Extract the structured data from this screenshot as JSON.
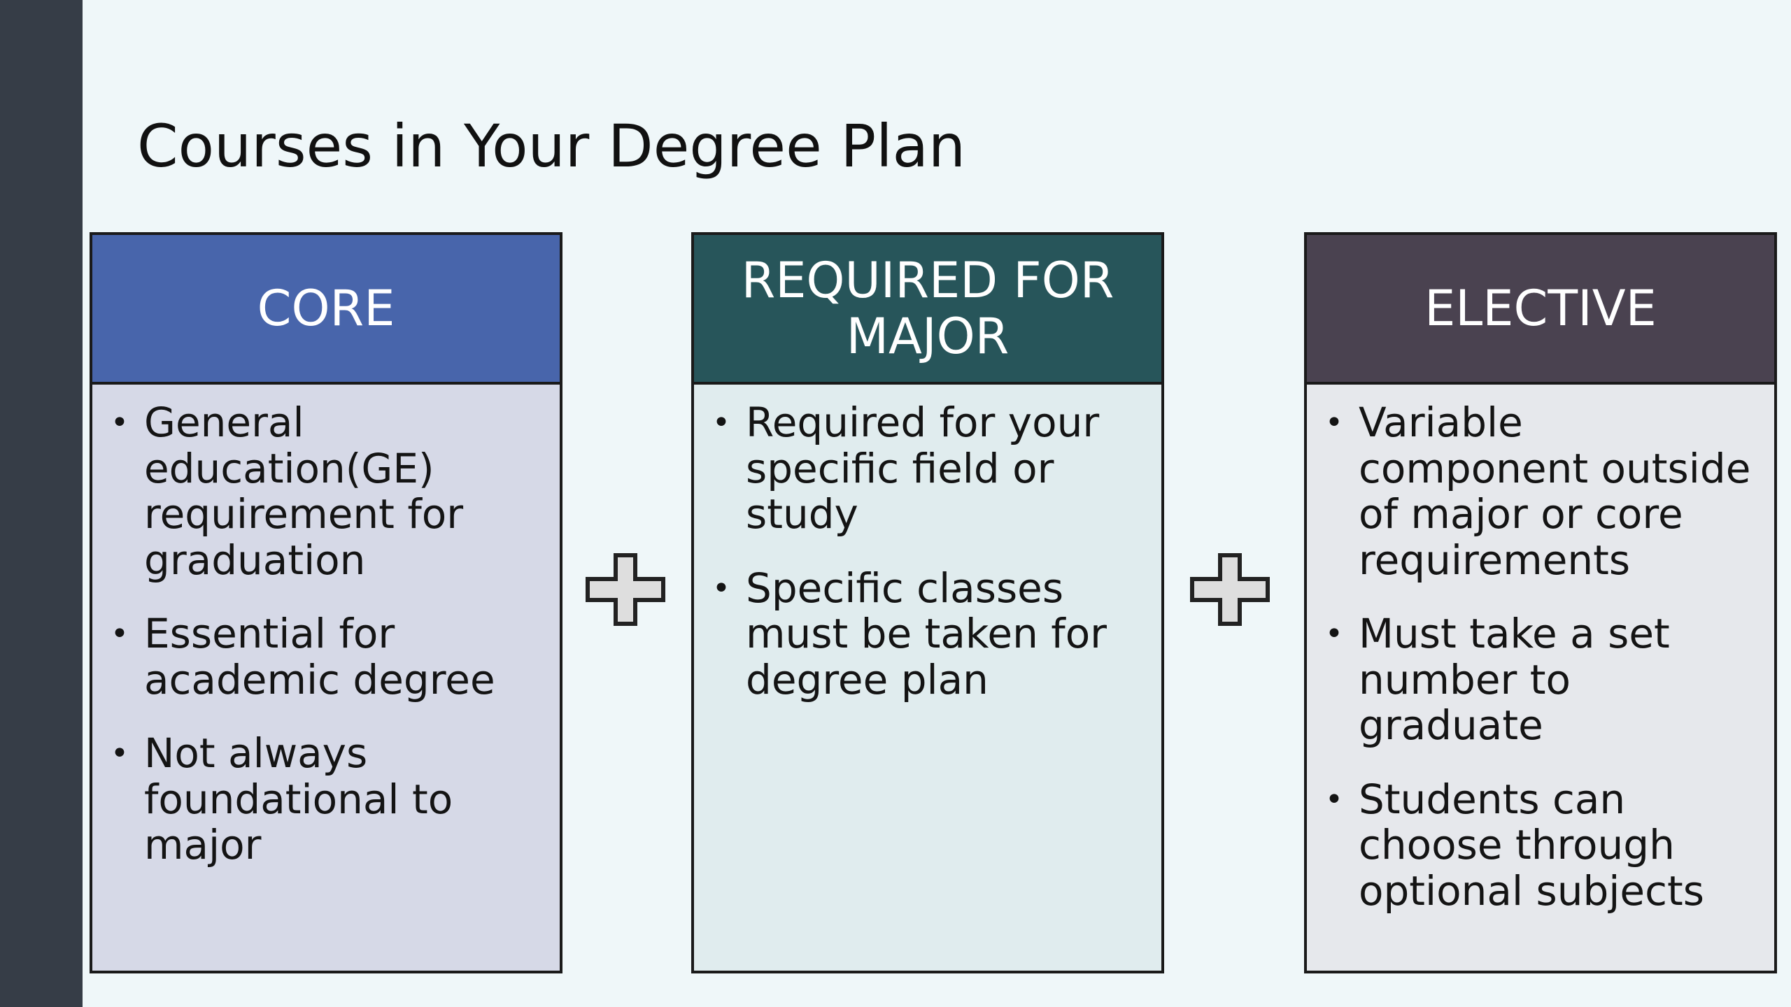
{
  "slide": {
    "title": "Courses in Your Degree Plan"
  },
  "panels": [
    {
      "header": "CORE",
      "bullets": [
        "General education(GE) requirement for graduation",
        "Essential for academic degree",
        "Not always foundational to major"
      ]
    },
    {
      "header": "REQUIRED FOR MAJOR",
      "bullets": [
        "Required for your specific field or study",
        "Specific classes must be taken for degree plan"
      ]
    },
    {
      "header": "ELECTIVE",
      "bullets": [
        "Variable component outside of major or core requirements",
        "Must take a set number to graduate",
        "Students can choose through optional subjects"
      ]
    }
  ],
  "icons": {
    "operator": "plus-icon"
  },
  "colors": {
    "core_header": "#4865ab",
    "major_header": "#27555a",
    "elective_header": "#4a4250",
    "left_bar": "#363d47"
  }
}
